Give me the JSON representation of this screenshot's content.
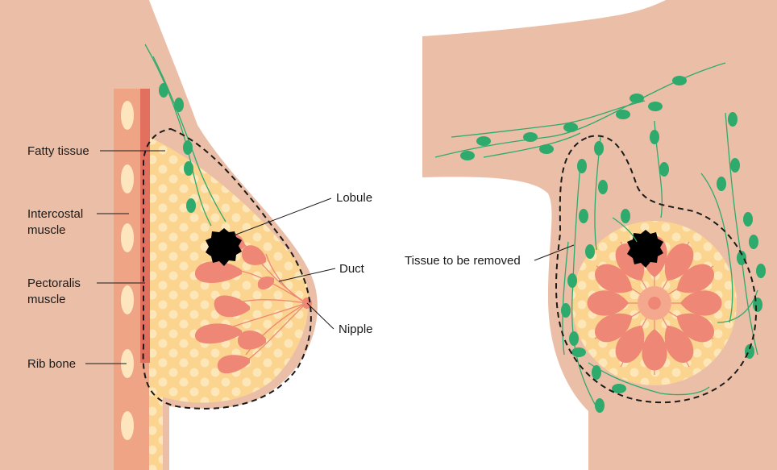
{
  "labels": {
    "fatty_tissue": "Fatty tissue",
    "intercostal_muscle_line1": "Intercostal",
    "intercostal_muscle_line2": "muscle",
    "pectoralis_muscle_line1": "Pectoralis",
    "pectoralis_muscle_line2": "muscle",
    "rib_bone": "Rib bone",
    "lobule": "Lobule",
    "duct": "Duct",
    "nipple": "Nipple",
    "tissue_to_be_removed": "Tissue to be removed"
  },
  "colors": {
    "skin": "#ebbfa7",
    "fat": "#fbd48f",
    "fat_bubble": "#fde7b8",
    "lobule": "#ee8775",
    "muscle": "#f0a486",
    "pectoralis": "#e3705e",
    "rib": "#fde6bd",
    "lymph": "#2eaa6c",
    "tumor": "#000000",
    "outline": "#1a1a1a"
  },
  "icons": {
    "tumor": "tumor-icon",
    "lymph_node": "lymph-node-icon"
  }
}
